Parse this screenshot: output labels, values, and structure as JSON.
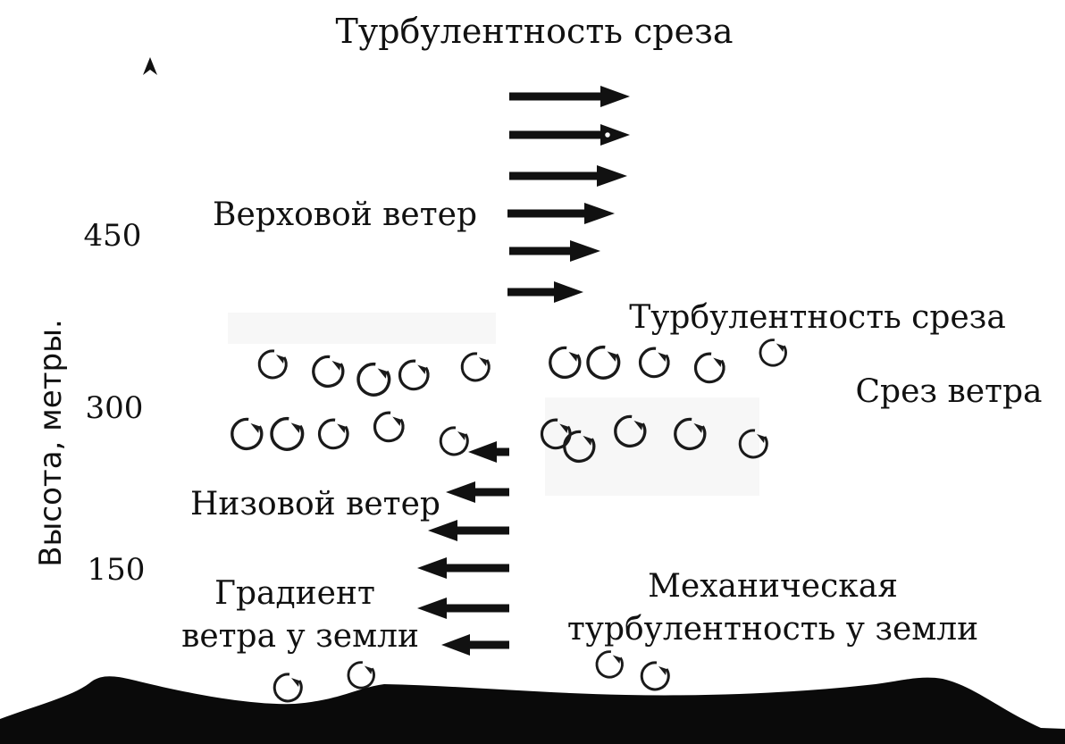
{
  "title": "Турбулентность среза",
  "axis": {
    "ylabel": "Высота, метры.",
    "ticks": [
      "450",
      "300",
      "150"
    ]
  },
  "labels": {
    "upper_wind": "Верховой ветер",
    "shear_turbulence": "Турбулентность среза",
    "wind_shear": "Срез ветра",
    "lower_wind": "Низовой ветер",
    "ground_gradient_line1": "Градиент",
    "ground_gradient_line2": "ветра у земли",
    "mechanical_line1": "Механическая",
    "mechanical_line2": "турбулентность у земли"
  },
  "colors": {
    "ink": "#111111",
    "ground": "#0a0a0a"
  }
}
